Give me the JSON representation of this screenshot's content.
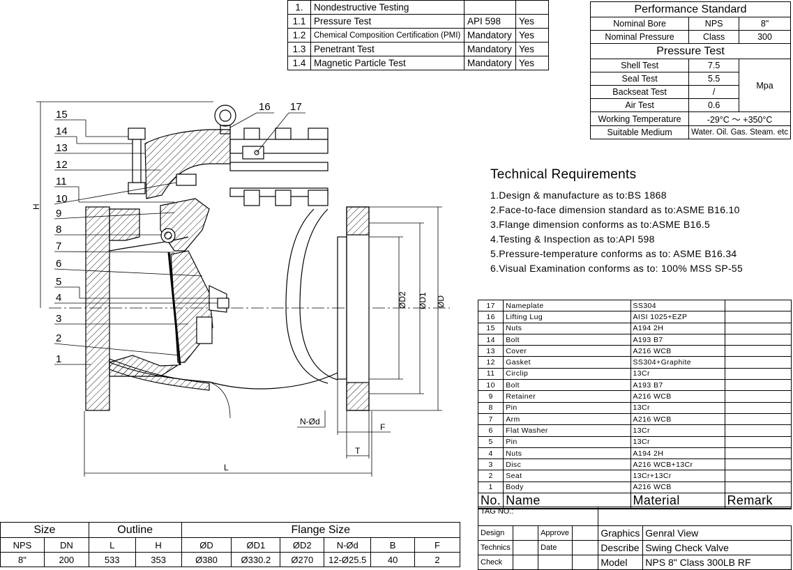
{
  "ndt": {
    "rows": [
      [
        "1.",
        "Nondestructive Testing",
        "",
        ""
      ],
      [
        "1.1",
        "Pressure Test",
        "API 598",
        "Yes"
      ],
      [
        "1.2",
        "Chemical Composition Certification (PMI)",
        "Mandatory",
        "Yes"
      ],
      [
        "1.3",
        "Penetrant Test",
        "Mandatory",
        "Yes"
      ],
      [
        "1.4",
        "Magnetic Particle Test",
        "Mandatory",
        "Yes"
      ]
    ]
  },
  "performance": {
    "title": "Performance Standard",
    "nominal_bore": [
      "Nominal Bore",
      "NPS",
      "8\""
    ],
    "nominal_pressure": [
      "Nominal Pressure",
      "Class",
      "300"
    ],
    "pressure_title": "Pressure Test",
    "shell": [
      "Shell Test",
      "7.5"
    ],
    "seal": [
      "Seal Test",
      "5.5"
    ],
    "backseat": [
      "Backseat Test",
      "/"
    ],
    "air": [
      "Air Test",
      "0.6"
    ],
    "unit": "Mpa",
    "working_temp": [
      "Working Temperature",
      "-29°C ～ +350°C"
    ],
    "medium": [
      "Suitable Medium",
      "Water. Oil. Gas. Steam. etc"
    ]
  },
  "tech": {
    "title": "Technical Requirements",
    "items": [
      "1.Design & manufacture as to:BS 1868",
      "2.Face-to-face dimension standard as to:ASME B16.10",
      "3.Flange dimension conforms as to:ASME B16.5",
      "4.Testing & Inspection as to:API 598",
      "5.Pressure-temperature conforms as to: ASME B16.34",
      "6.Visual Examination conforms as to: 100% MSS SP-55"
    ]
  },
  "bom": {
    "rows": [
      [
        "17",
        "Nameplate",
        "SS304"
      ],
      [
        "16",
        "Lifting Lug",
        "AISI 1025+EZP"
      ],
      [
        "15",
        "Nuts",
        "A194 2H"
      ],
      [
        "14",
        "Bolt",
        "A193 B7"
      ],
      [
        "13",
        "Cover",
        "A216 WCB"
      ],
      [
        "12",
        "Gasket",
        "SS304+Graphite"
      ],
      [
        "11",
        "Circlip",
        "13Cr"
      ],
      [
        "10",
        "Bolt",
        "A193 B7"
      ],
      [
        "9",
        "Retainer",
        "A216 WCB"
      ],
      [
        "8",
        "Pin",
        "13Cr"
      ],
      [
        "7",
        "Arm",
        "A216 WCB"
      ],
      [
        "6",
        "Flat Washer",
        "13Cr"
      ],
      [
        "5",
        "Pin",
        "13Cr"
      ],
      [
        "4",
        "Nuts",
        "A194 2H"
      ],
      [
        "3",
        "Disc",
        "A216 WCB+13Cr"
      ],
      [
        "2",
        "Seat",
        "13Cr+13Cr"
      ],
      [
        "1",
        "Body",
        "A216 WCB"
      ]
    ],
    "head": {
      "no": "No.",
      "name": "Name",
      "material": "Material",
      "remark": "Remark"
    }
  },
  "titleblock": {
    "tag": "TAG NO.:",
    "design": "Design",
    "approve": "Approve",
    "technics": "Technics",
    "date": "Date",
    "check": "Check",
    "graphics_label": "Graphics",
    "graphics_value": "Genral View",
    "describe_label": "Describe",
    "describe_value": "Swing Check Valve",
    "model_label": "Model",
    "model_value": "NPS 8\"  Class 300LB  RF"
  },
  "dims": {
    "groups": {
      "size": "Size",
      "outline": "Outline",
      "flange": "Flange Size"
    },
    "headers": [
      "NPS",
      "DN",
      "L",
      "H",
      "ØD",
      "ØD1",
      "ØD2",
      "N-Ød",
      "B",
      "F"
    ],
    "values": [
      "8\"",
      "200",
      "533",
      "353",
      "Ø380",
      "Ø330.2",
      "Ø270",
      "12-Ø25.5",
      "40",
      "2"
    ]
  },
  "drawing": {
    "part_labels": [
      "15",
      "14",
      "13",
      "12",
      "11",
      "10",
      "9",
      "8",
      "7",
      "6",
      "5",
      "4",
      "3",
      "2",
      "1"
    ],
    "top_labels": [
      "16",
      "17"
    ],
    "dim_labels": {
      "H": "H",
      "L": "L",
      "D": "ØD",
      "D1": "ØD1",
      "D2": "ØD2",
      "Nd": "N-Ød",
      "F": "F",
      "T": "T"
    }
  }
}
